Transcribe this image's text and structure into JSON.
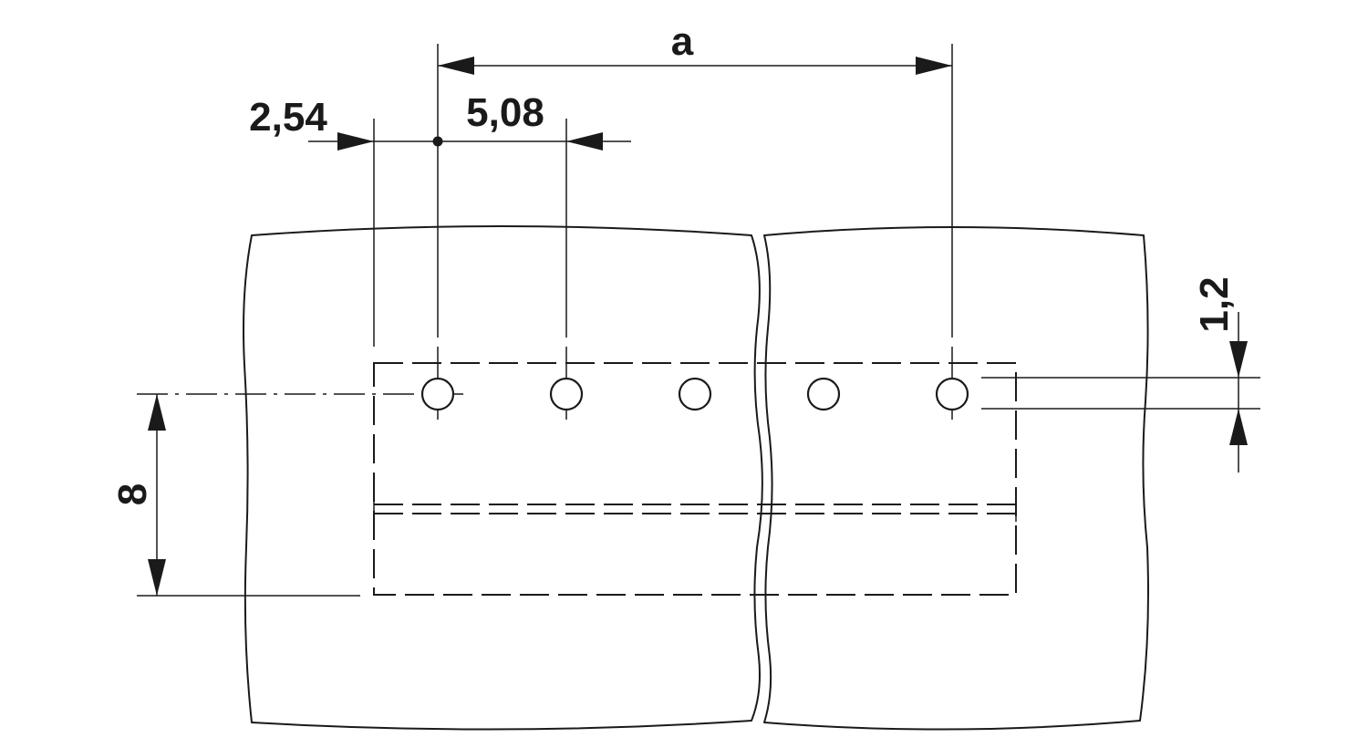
{
  "dimensions": {
    "a": "a",
    "pitch_offset": "2,54",
    "pitch": "5,08",
    "hole_diameter": "1,2",
    "row_spacing": "8"
  },
  "holes_count": 5,
  "colors": {
    "line": "#1a1a1a",
    "background": "#ffffff"
  }
}
